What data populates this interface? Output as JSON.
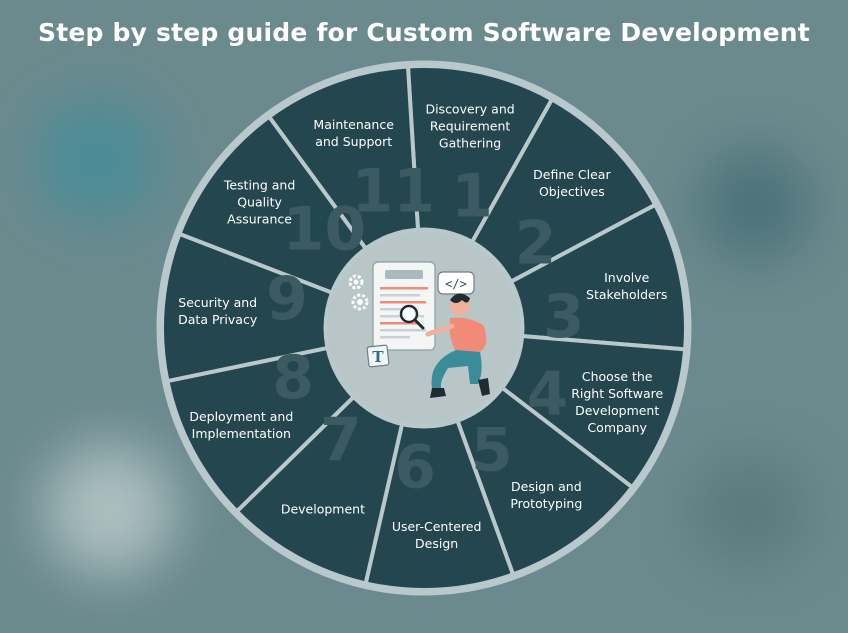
{
  "title": "Step by step guide for Custom Software Development",
  "colors": {
    "background": "#6b8a8e",
    "segment": "#24464f",
    "segment_border": "#b9c8cb",
    "number": "#3b5a62",
    "hub": "#b9c6c8",
    "text": "#ffffff"
  },
  "steps": [
    {
      "number": "1",
      "label": "Discovery and\nRequirement\nGathering"
    },
    {
      "number": "2",
      "label": "Define Clear\nObjectives"
    },
    {
      "number": "3",
      "label": "Involve\nStakeholders"
    },
    {
      "number": "4",
      "label": "Choose the\nRight Software\nDevelopment\nCompany"
    },
    {
      "number": "5",
      "label": "Design and\nPrototyping"
    },
    {
      "number": "6",
      "label": "User-Centered\nDesign"
    },
    {
      "number": "7",
      "label": "Development"
    },
    {
      "number": "8",
      "label": "Deployment and\nImplementation"
    },
    {
      "number": "9",
      "label": "Security and\nData Privacy"
    },
    {
      "number": "10",
      "label": "Testing and\nQuality\nAssurance"
    },
    {
      "number": "11",
      "label": "Maintenance\nand Support"
    }
  ],
  "hub_illustration": {
    "code_tag": "</>",
    "badge_letter": "T",
    "icons": [
      "document-icon",
      "gear-icon",
      "magnifier-icon",
      "person-figure"
    ]
  }
}
